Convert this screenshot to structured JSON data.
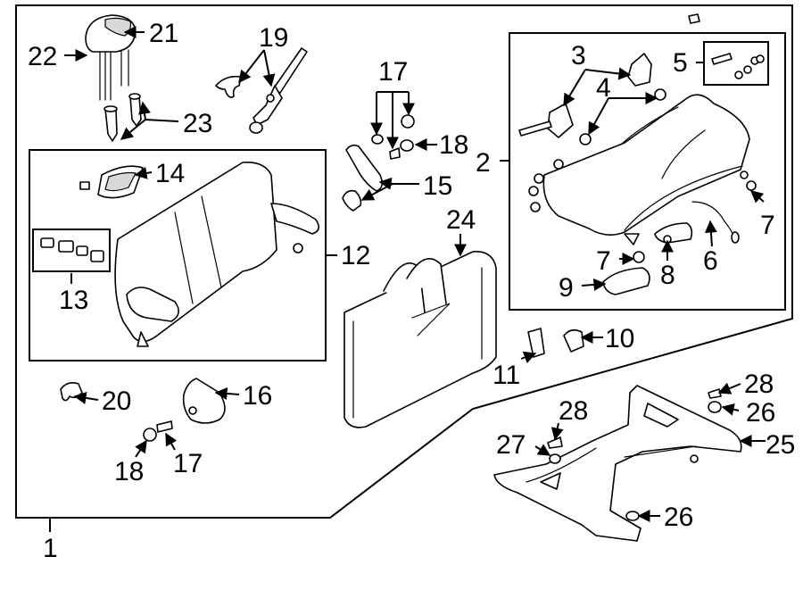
{
  "callouts": {
    "c1": "1",
    "c2": "2",
    "c3": "3",
    "c4": "4",
    "c5": "5",
    "c6": "6",
    "c7a": "7",
    "c7b": "7",
    "c8": "8",
    "c9": "9",
    "c10": "10",
    "c11": "11",
    "c12": "12",
    "c13": "13",
    "c14": "14",
    "c15": "15",
    "c16": "16",
    "c17a": "17",
    "c17b": "17",
    "c18a": "18",
    "c18b": "18",
    "c19": "19",
    "c20": "20",
    "c21": "21",
    "c22": "22",
    "c23": "23",
    "c24": "24",
    "c25": "25",
    "c26a": "26",
    "c26b": "26",
    "c27": "27",
    "c28a": "28",
    "c28b": "28"
  }
}
